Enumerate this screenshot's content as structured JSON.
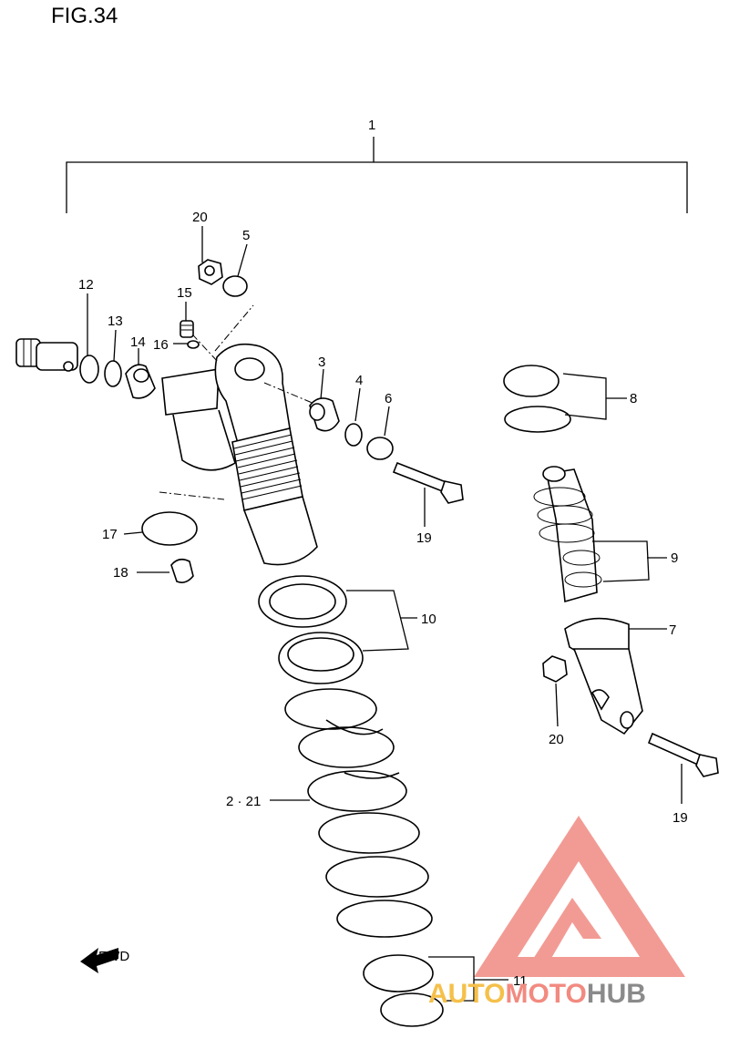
{
  "figure": {
    "title": "FIG.34",
    "fwd_label": "FWD"
  },
  "callouts": [
    {
      "id": "1",
      "text": "1"
    },
    {
      "id": "20a",
      "text": "20"
    },
    {
      "id": "5",
      "text": "5"
    },
    {
      "id": "12",
      "text": "12"
    },
    {
      "id": "15",
      "text": "15"
    },
    {
      "id": "13",
      "text": "13"
    },
    {
      "id": "14",
      "text": "14"
    },
    {
      "id": "16",
      "text": "16"
    },
    {
      "id": "3",
      "text": "3"
    },
    {
      "id": "4",
      "text": "4"
    },
    {
      "id": "6",
      "text": "6"
    },
    {
      "id": "8",
      "text": "8"
    },
    {
      "id": "19a",
      "text": "19"
    },
    {
      "id": "17",
      "text": "17"
    },
    {
      "id": "18",
      "text": "18"
    },
    {
      "id": "9",
      "text": "9"
    },
    {
      "id": "10",
      "text": "10"
    },
    {
      "id": "7",
      "text": "7"
    },
    {
      "id": "20b",
      "text": "20"
    },
    {
      "id": "2-21",
      "text": "2 · 21"
    },
    {
      "id": "19b",
      "text": "19"
    },
    {
      "id": "11",
      "text": "11"
    }
  ],
  "watermark": {
    "text_part1": "AUTO",
    "text_part2": "MOTO",
    "text_part3": "HUB",
    "color1": "#f5c04a",
    "color2": "#f28a80",
    "color3": "#8a8a8a",
    "triangle_color": "#f08a82"
  }
}
